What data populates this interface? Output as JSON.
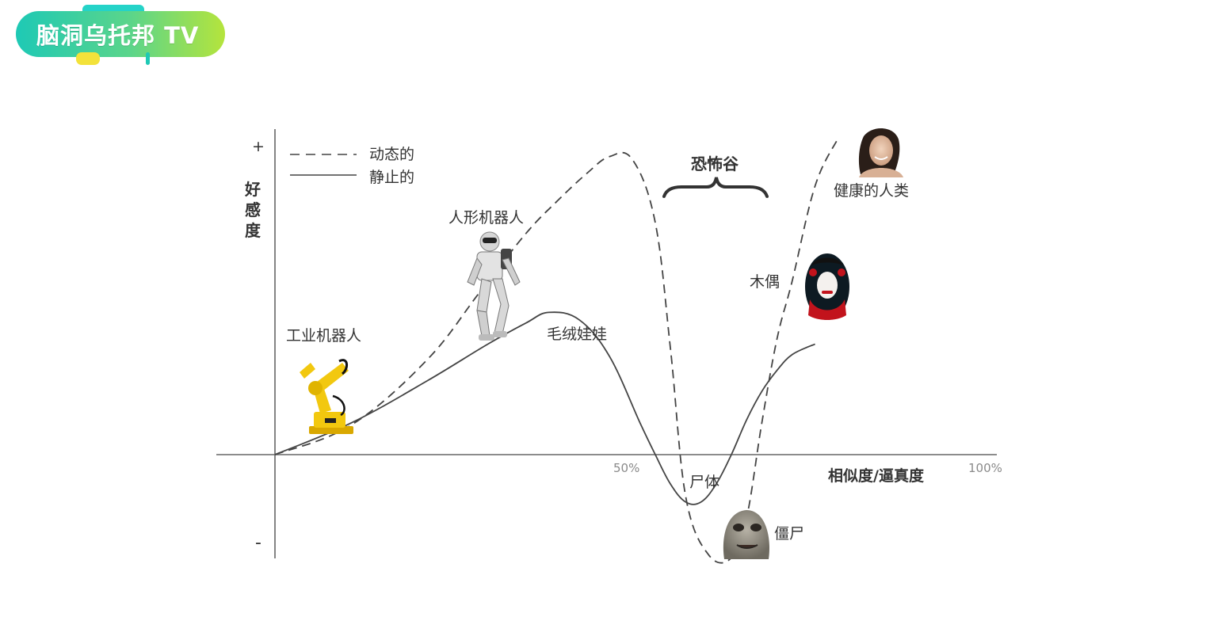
{
  "logo": {
    "text": "脑洞乌托邦 TV"
  },
  "colors": {
    "logo_teal": "#1ec9b5",
    "logo_green": "#9be04a",
    "logo_yellow": "#f3e23a",
    "axis": "#666666",
    "curve": "#444444",
    "robot_yellow": "#f2c80f"
  },
  "chart_data": {
    "type": "line",
    "title": "恐怖谷",
    "xlabel": "相似度/逼真度",
    "ylabel": "好感度",
    "y_plus_label": "+",
    "y_minus_label": "-",
    "x_ticks": [
      {
        "value": 50,
        "label": "50%"
      },
      {
        "value": 100,
        "label": "100%"
      }
    ],
    "xlim": [
      0,
      100
    ],
    "ylim": [
      -1,
      3
    ],
    "grid": false,
    "legend_position": "top-left",
    "legend": [
      {
        "label": "动态的",
        "style": "dashed"
      },
      {
        "label": "静止的",
        "style": "solid"
      }
    ],
    "series": [
      {
        "name": "动态的",
        "style": "dashed",
        "x": [
          0,
          10,
          20,
          27,
          33,
          37,
          41,
          44,
          47,
          50,
          52,
          54,
          57,
          60,
          62,
          64,
          66,
          68,
          71,
          74
        ],
        "y": [
          0,
          0.28,
          0.9,
          1.55,
          2.1,
          2.4,
          2.67,
          2.83,
          2.8,
          2.2,
          1.0,
          -0.4,
          -0.95,
          -0.98,
          -0.6,
          0.3,
          1.1,
          1.65,
          2.55,
          3.0
        ]
      },
      {
        "name": "静止的",
        "style": "solid",
        "x": [
          0,
          10,
          20,
          28,
          33,
          36,
          40,
          44,
          48,
          50,
          52,
          54,
          56,
          58,
          60,
          62,
          64,
          66,
          68,
          71
        ],
        "y": [
          0,
          0.3,
          0.7,
          1.05,
          1.25,
          1.35,
          1.28,
          0.93,
          0.3,
          0.0,
          -0.28,
          -0.45,
          -0.45,
          -0.28,
          0.0,
          0.33,
          0.6,
          0.8,
          0.95,
          1.05
        ]
      }
    ],
    "annotations": [
      {
        "id": "industrial-robot",
        "text": "工业机器人"
      },
      {
        "id": "humanoid-robot",
        "text": "人形机器人"
      },
      {
        "id": "stuffed-toy",
        "text": "毛绒娃娃"
      },
      {
        "id": "corpse",
        "text": "尸体"
      },
      {
        "id": "zombie",
        "text": "僵尸"
      },
      {
        "id": "puppet",
        "text": "木偶"
      },
      {
        "id": "healthy-human",
        "text": "健康的人类"
      }
    ]
  }
}
